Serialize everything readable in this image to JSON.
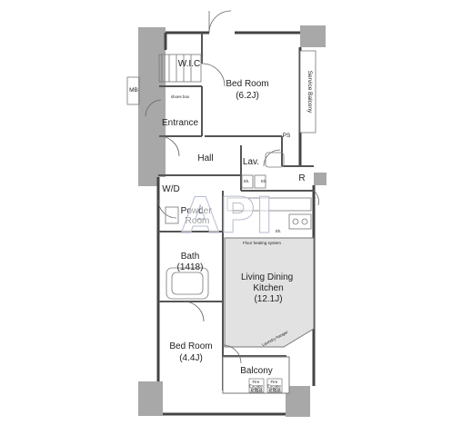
{
  "rooms": {
    "wic": "W.I.C",
    "bedroom1": "Bed Room",
    "bedroom1_size": "(6.2J)",
    "service_balcony": "Service Balcony",
    "mb": "MB",
    "shoes_box": "shoes box",
    "entrance": "Entrance",
    "ps": "PS",
    "hall": "Hall",
    "lav": "Lav.",
    "r": "R",
    "wd": "W/D",
    "powder_room": "Powder\nRoom",
    "floor_heating": "Floor heating system",
    "bath": "Bath",
    "bath_size": "(1418)",
    "ldk": "Living Dining\nKitchen",
    "ldk_size": "(12.1J)",
    "laundry": "Laundry hanger",
    "bedroom2": "Bed Room",
    "bedroom2_size": "(4.4J)",
    "balcony": "Balcony",
    "fire_escape_1": "Fire\nEscape\n避難器",
    "fire_escape_2": "Fire\nEscape\n避難器",
    "shelf_1": "Sh.",
    "shelf_2": "Sh.",
    "shelf_3": "Sh."
  },
  "watermark": "API",
  "colors": {
    "wall": "#a8a8a8",
    "wall_dark": "#8c8c8c",
    "floor_ldk": "#e2e2e2",
    "line": "#444444",
    "watermark_stroke": "#b7bcd0"
  }
}
